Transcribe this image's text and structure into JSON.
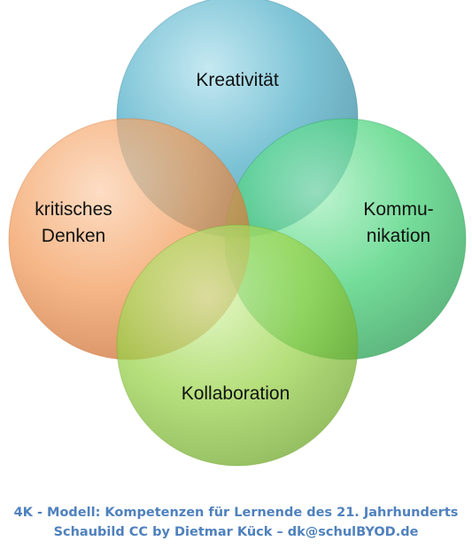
{
  "diagram": {
    "circles": [
      {
        "id": "kreativitaet",
        "label_lines": [
          "Kreativität"
        ],
        "color": "#4aacc6",
        "light": "#aee0ec",
        "dark": "#2a7f96"
      },
      {
        "id": "kommunikation",
        "label_lines": [
          "Kommu-",
          "nikation"
        ],
        "color": "#3ecf72",
        "light": "#a6f0bf",
        "dark": "#1f9a4c"
      },
      {
        "id": "kritisches-denken",
        "label_lines": [
          "kritisches",
          "Denken"
        ],
        "color": "#f29a58",
        "light": "#fbd0ae",
        "dark": "#c8692a"
      },
      {
        "id": "kollaboration",
        "label_lines": [
          "Kollaboration"
        ],
        "color": "#9ad34a",
        "light": "#d8f3ae",
        "dark": "#6aa424"
      }
    ],
    "caption": {
      "line1": "4K - Modell: Kompetenzen für Lernende des 21. Jahrhunderts",
      "line2": "Schaubild CC by Dietmar Kück – dk@schulBYOD.de",
      "color": "#4f81bd"
    }
  }
}
